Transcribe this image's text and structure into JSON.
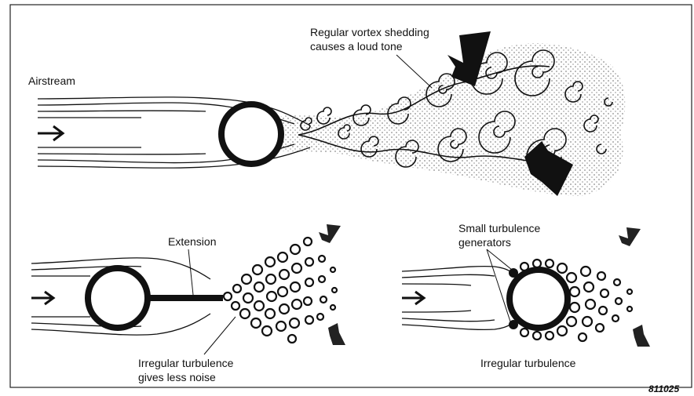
{
  "top": {
    "airstream_label": "Airstream",
    "callout_line1": "Regular vortex shedding",
    "callout_line2": "causes a loud tone"
  },
  "bottom_left": {
    "extension_label": "Extension",
    "callout_line1": "Irregular turbulence",
    "callout_line2": "gives less noise"
  },
  "bottom_right": {
    "generators_line1": "Small turbulence",
    "generators_line2": "generators",
    "turbulence_label": "Irregular turbulence"
  },
  "figure_number": "811025"
}
